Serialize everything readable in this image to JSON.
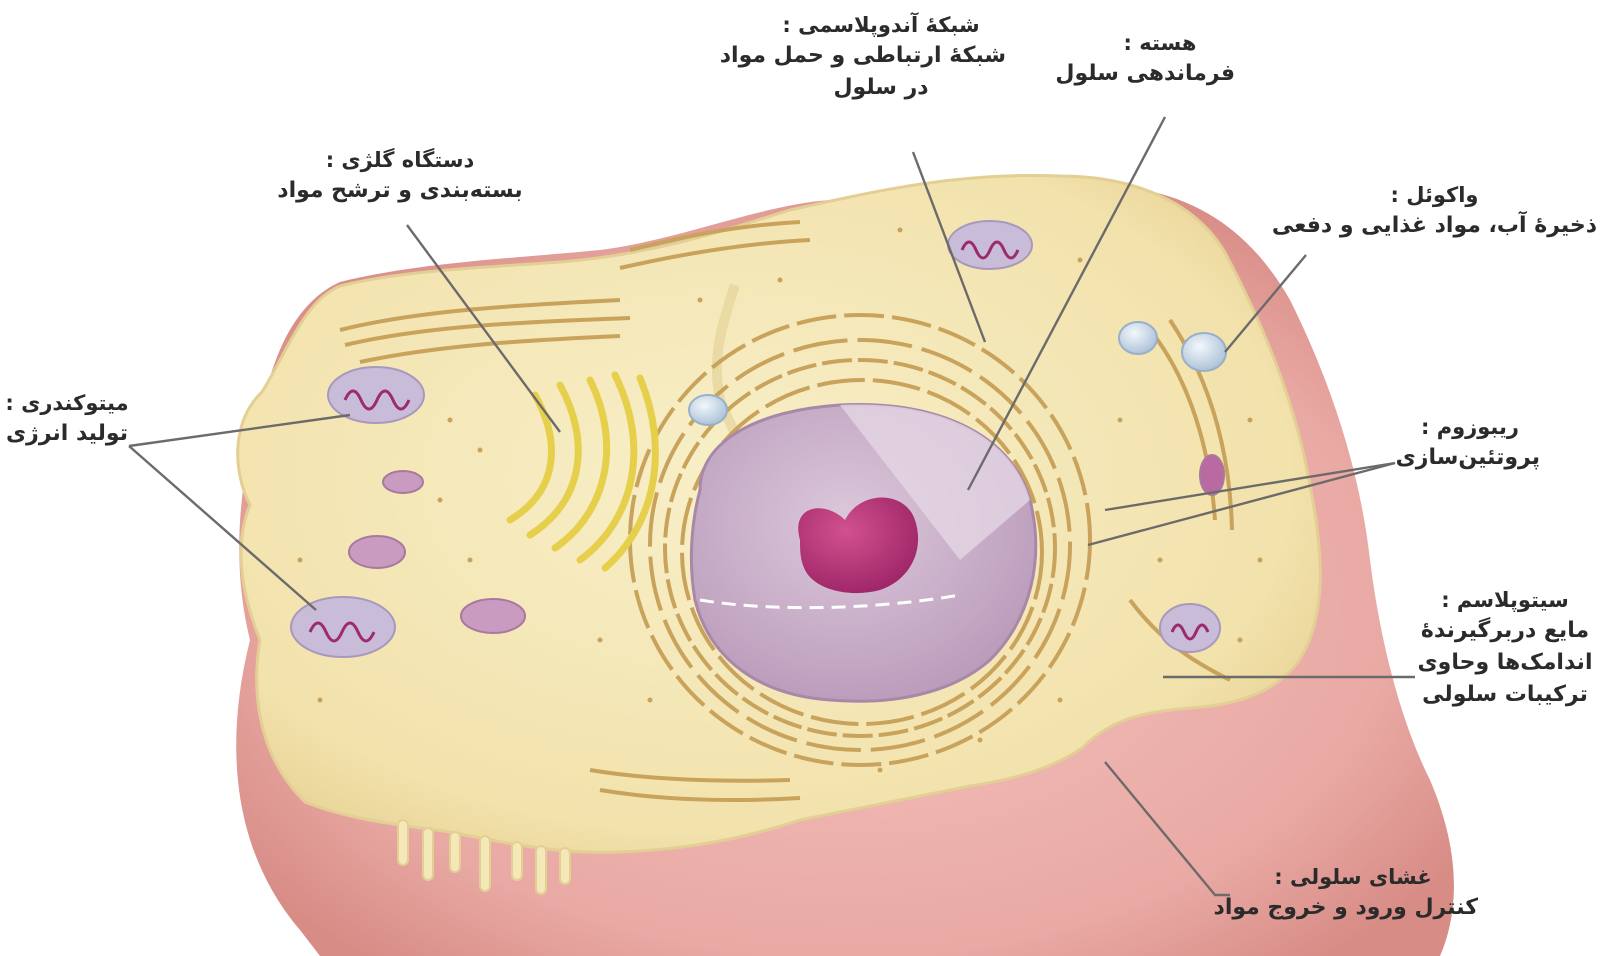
{
  "colors": {
    "membrane_outer": "#e9a9a4",
    "membrane_edge": "#d88c86",
    "cytoplasm": "#f4e7b8",
    "cytoplasm_shade": "#e9d79a",
    "er": "#c9a35b",
    "golgi": "#ecd95a",
    "nucleus": "#cdb4cc",
    "nucleus_dark": "#b898b9",
    "nucleolus": "#b5307a",
    "mitochondria": "#c8bcd8",
    "vacuole": "#c9d8e8",
    "leader_line": "#6d6a6a",
    "text": "#2b2b2b"
  },
  "labels": {
    "er": {
      "title": "شبکهٔ آندوپلاسمی :",
      "line1": "شبکهٔ ارتباطی و حمل مواد",
      "line2": "در سلول"
    },
    "nucleus": {
      "title": "هسته :",
      "line1": "فرماندهی سلول"
    },
    "golgi": {
      "title": "دستگاه گلژی :",
      "line1": "بسته‌بندی و ترشح مواد"
    },
    "vacuole": {
      "title": "واکوئل :",
      "line1": "ذخیرهٔ آب، مواد غذایی و دفعی"
    },
    "mitochondria": {
      "title": "میتوکندری :",
      "line1": "تولید انرژی"
    },
    "ribosome": {
      "title": "ریبوزوم :",
      "line1": "پروتئین‌سازی"
    },
    "cytoplasm": {
      "title": "سیتوپلاسم :",
      "line1": "مایع دربرگیرندهٔ",
      "line2": "اندامک‌ها وحاوی",
      "line3": "ترکیبات سلولی"
    },
    "membrane": {
      "title": "غشای سلولی :",
      "line1": "کنترل ورود و خروج مواد"
    }
  }
}
